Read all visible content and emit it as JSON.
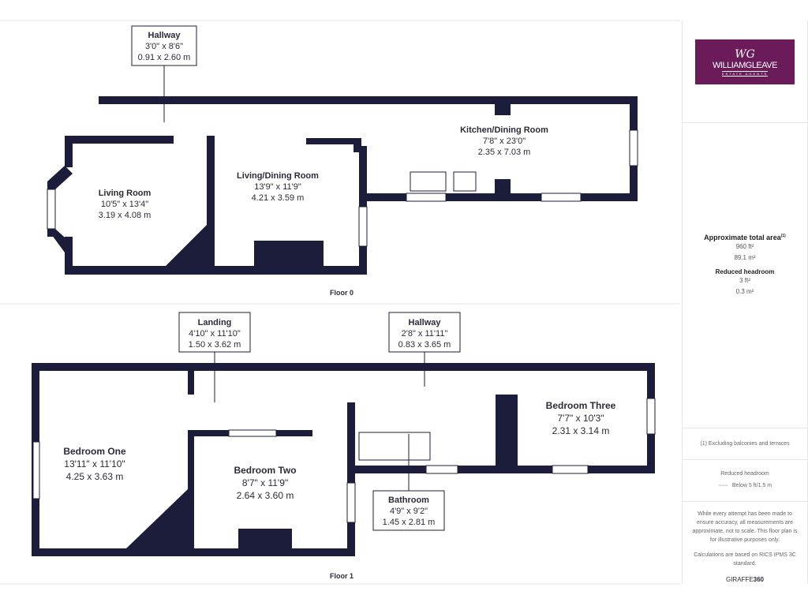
{
  "floors": [
    {
      "label": "Floor 0",
      "rooms": [
        {
          "name": "Hallway",
          "imperial": "3'0\" x 8'6\"",
          "metric": "0.91 x 2.60 m"
        },
        {
          "name": "Living Room",
          "imperial": "10'5\" x 13'4\"",
          "metric": "3.19 x 4.08 m"
        },
        {
          "name": "Living/Dining Room",
          "imperial": "13'9\" x 11'9\"",
          "metric": "4.21 x 3.59 m"
        },
        {
          "name": "Kitchen/Dining Room",
          "imperial": "7'8\" x 23'0\"",
          "metric": "2.35 x 7.03 m"
        }
      ]
    },
    {
      "label": "Floor 1",
      "rooms": [
        {
          "name": "Landing",
          "imperial": "4'10\" x 11'10\"",
          "metric": "1.50 x 3.62 m"
        },
        {
          "name": "Hallway",
          "imperial": "2'8\" x 11'11\"",
          "metric": "0.83 x 3.65 m"
        },
        {
          "name": "Bedroom One",
          "imperial": "13'11\" x 11'10\"",
          "metric": "4.25 x 3.63 m"
        },
        {
          "name": "Bedroom Two",
          "imperial": "8'7\" x 11'9\"",
          "metric": "2.64 x 3.60 m"
        },
        {
          "name": "Bedroom Three",
          "imperial": "7'7\" x 10'3\"",
          "metric": "2.31 x 3.14 m"
        },
        {
          "name": "Bathroom",
          "imperial": "4'9\" x 9'2\"",
          "metric": "1.45 x 2.81 m"
        }
      ]
    }
  ],
  "panel": {
    "logo": {
      "mark": "WG",
      "name": "WILLIAMGLEAVE",
      "sub": "ESTATE AGENTS"
    },
    "total_title": "Approximate total area",
    "total_note": "(1)",
    "total_ft": "960 ft²",
    "total_m": "89.1 m²",
    "reduced_title": "Reduced headroom",
    "reduced_ft": "3 ft²",
    "reduced_m": "0.3 m²",
    "footnote": "(1) Excluding balconies and terraces",
    "legend_title": "Reduced headroom",
    "legend_item": "Below 5 ft/1.5 m",
    "disclaimer": "While every attempt has been made to ensure accuracy, all measurements are approximate, not to scale. This floor plan is for illustrative purposes only.",
    "calc": "Calculations are based on RICS IPMS 3C standard.",
    "brand_a": "GIRAFFE",
    "brand_b": "360"
  },
  "colors": {
    "wall": "#1c1d3a",
    "logo": "#6b1a5a"
  }
}
